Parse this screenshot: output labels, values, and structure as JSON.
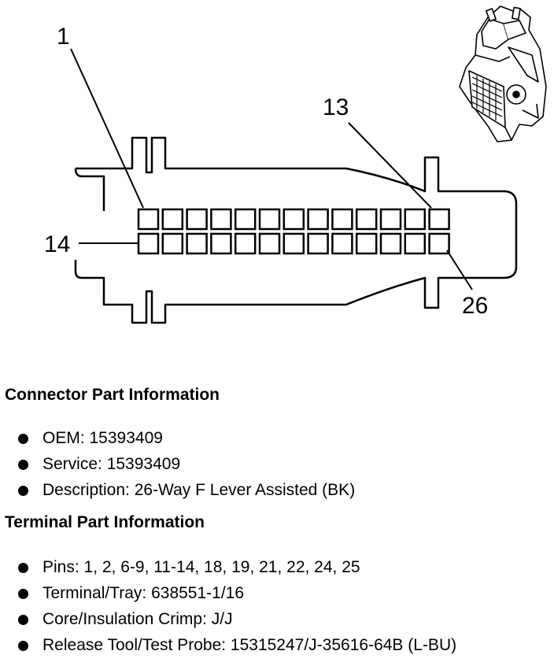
{
  "diagram": {
    "callouts": {
      "pin_1": "1",
      "pin_13": "13",
      "pin_14": "14",
      "pin_26": "26"
    },
    "rows": 2,
    "columns": 13
  },
  "connector_info": {
    "title": "Connector Part Information",
    "items": [
      "OEM: 15393409",
      "Service: 15393409",
      "Description: 26-Way F Lever Assisted (BK)"
    ]
  },
  "terminal_info": {
    "title": "Terminal Part Information",
    "items": [
      "Pins: 1, 2, 6-9, 11-14, 18, 19, 21, 22, 24, 25",
      "Terminal/Tray: 638551-1/16",
      "Core/Insulation Crimp: J/J",
      "Release Tool/Test Probe: 15315247/J-35616-64B (L-BU)"
    ]
  }
}
